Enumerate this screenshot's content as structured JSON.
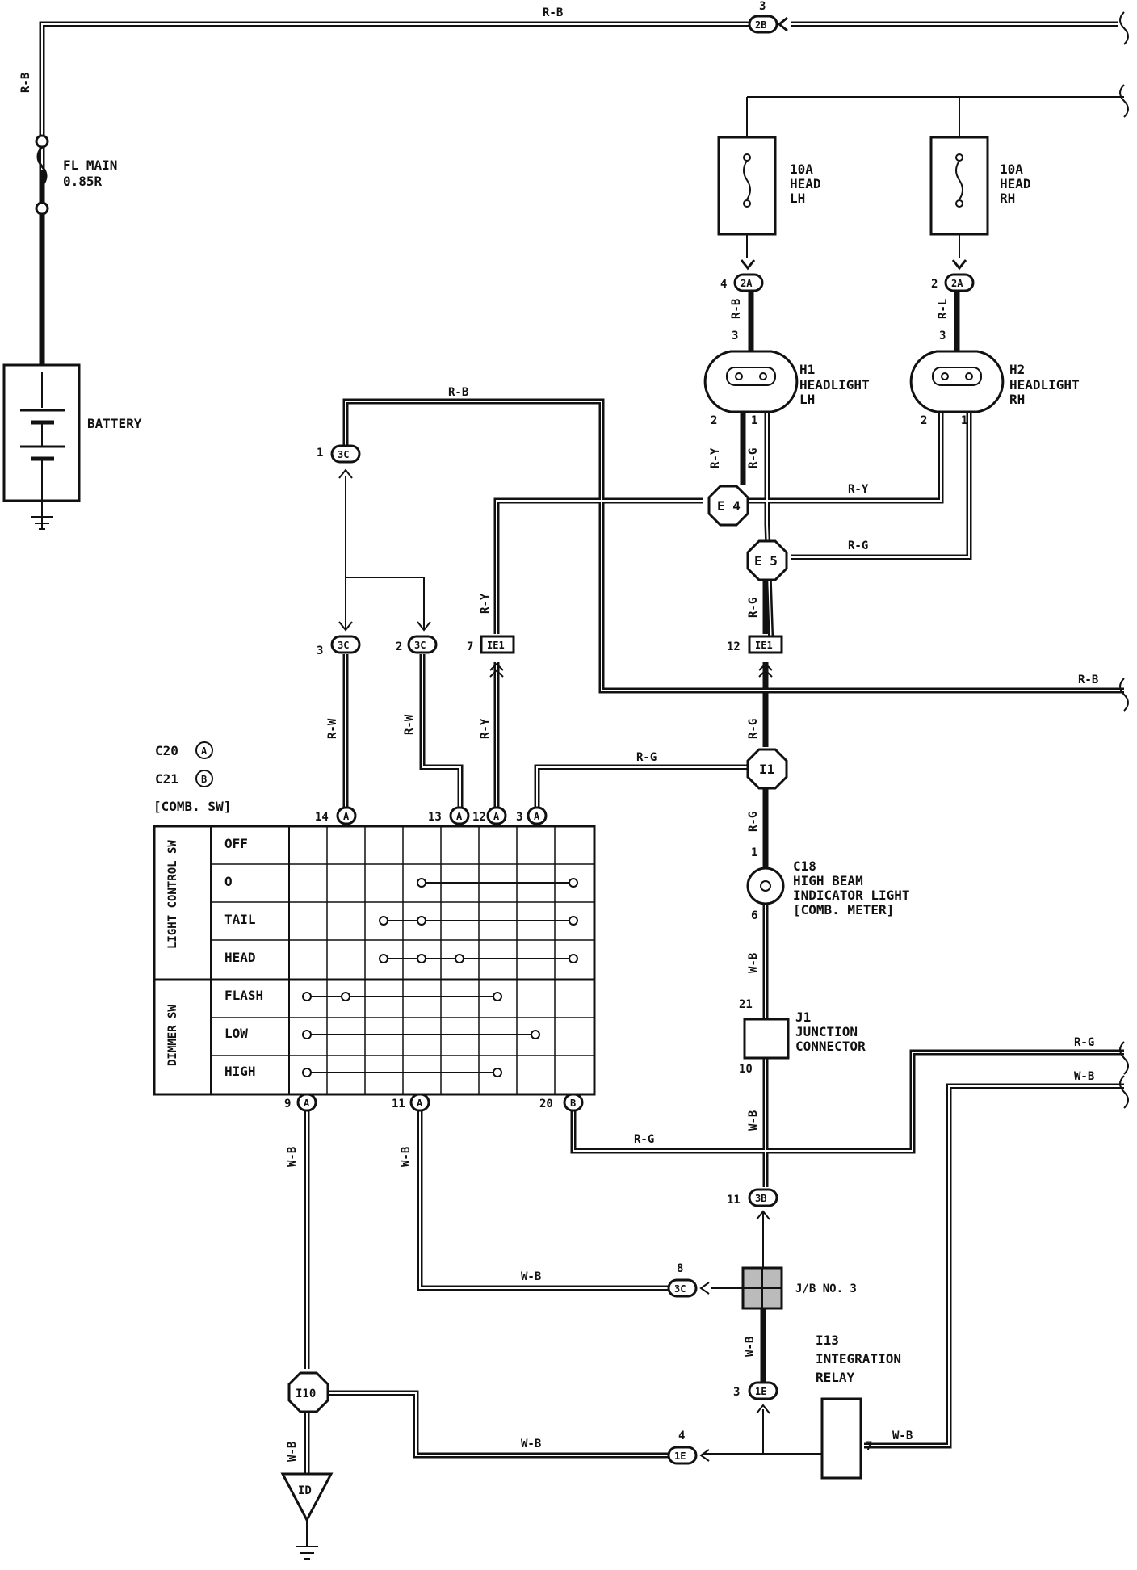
{
  "wire_labels": {
    "rb_top": "R-B",
    "rb_left": "R-B",
    "rb_upper": "R-B",
    "rb_right": "R-B",
    "rb_h1": "R-B",
    "rl_h2": "R-L",
    "ry_h1": "R-Y",
    "rg_h1": "R-G",
    "ry_e4": "R-Y",
    "rg_e5": "R-G",
    "ry_ie1": "R-Y",
    "ry_lower": "R-Y",
    "rg_e5_down": "R-G",
    "rg_below_ie1": "R-G",
    "rg_i1_h": "R-G",
    "rg_i1_down": "R-G",
    "rw_left": "R-W",
    "rw_mid": "R-W",
    "wb_c18": "W-B",
    "wb_j1": "W-B",
    "wb_9": "W-B",
    "wb_11": "W-B",
    "wb_3c": "W-B",
    "wb_1e_v": "W-B",
    "wb_1e_h": "W-B",
    "wb_i10": "W-B",
    "wb_relay": "W-B",
    "rg_20": "R-G",
    "rg_right": "R-G",
    "wb_right": "W-B"
  },
  "components": {
    "fuse_main": [
      "FL MAIN",
      "0.85R"
    ],
    "battery": "BATTERY",
    "fuse_lh": [
      "10A",
      "HEAD",
      "LH"
    ],
    "fuse_rh": [
      "10A",
      "HEAD",
      "RH"
    ],
    "h1": [
      "H1",
      "HEADLIGHT",
      "LH"
    ],
    "h2": [
      "H2",
      "HEADLIGHT",
      "RH"
    ],
    "c20": "C20",
    "c20_letter": "A",
    "c21": "C21",
    "c21_letter": "B",
    "comb_sw": "[COMB. SW]",
    "c18": [
      "C18",
      "HIGH BEAM",
      "INDICATOR LIGHT",
      "[COMB. METER]"
    ],
    "j1": [
      "J1",
      "JUNCTION",
      "CONNECTOR"
    ],
    "jb3": "J/B NO. 3",
    "i13": [
      "I13",
      "INTEGRATION",
      "RELAY"
    ],
    "ground_id": "ID"
  },
  "junctions": {
    "e4": "E 4",
    "e5": "E 5",
    "i1": "I1",
    "i10": "I10"
  },
  "connectors": {
    "c2b": "2B",
    "c2a_lh": "2A",
    "c2a_rh": "2A",
    "c3c_top": "3C",
    "c3c_l": "3C",
    "c3c_r": "3C",
    "c3c_jb": "3C",
    "ie1_l": "IE1",
    "ie1_r": "IE1",
    "a14": "A",
    "a13": "A",
    "a12": "A",
    "a3": "A",
    "a9": "A",
    "a11": "A",
    "b20": "B",
    "c3b": "3B",
    "c1e_top": "1E",
    "c1e_bot": "1E"
  },
  "pins": {
    "p_2b": "3",
    "p_2a_lh": "4",
    "p_2a_rh": "2",
    "p_h1_top": "3",
    "p_h2_top": "3",
    "p_h1_2": "2",
    "p_h1_1": "1",
    "p_h2_2": "2",
    "p_h2_1": "1",
    "p_3c_top": "1",
    "p_3c_l": "3",
    "p_3c_r": "2",
    "p_ie1_l": "7",
    "p_ie1_r": "12",
    "p_14": "14",
    "p_13": "13",
    "p_12": "12",
    "p_3": "3",
    "p_9": "9",
    "p_11": "11",
    "p_20": "20",
    "p_c18_1": "1",
    "p_c18_6": "6",
    "p_j1_21": "21",
    "p_j1_10": "10",
    "p_3b": "11",
    "p_3c_jb": "8",
    "p_1e_top": "3",
    "p_1e_bot": "4",
    "p_relay_in": "7",
    "p_relay_out": "7"
  },
  "switch_table": {
    "groups": [
      "LIGHT CONTROL SW",
      "DIMMER SW"
    ],
    "rows": [
      "OFF",
      "O",
      "TAIL",
      "HEAD",
      "FLASH",
      "LOW",
      "HIGH"
    ]
  }
}
